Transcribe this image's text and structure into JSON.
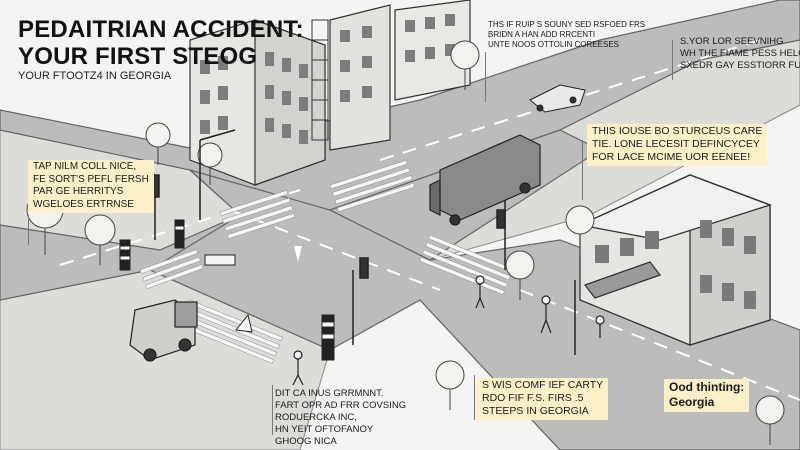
{
  "title": {
    "line1": "PEDAITRIAN ACCIDENT:",
    "line2": "YOUR FIRST STEOG",
    "line3": "YOUR FTOOTZ4 IN GEORGIA"
  },
  "notes": {
    "top_center": [
      "THS IF RUIP S SOUNY SED RSFOED FRS",
      "BRIDN A HAN ADD RRCENTI",
      "UNTE NOOS OTTOLIN COREESES"
    ],
    "top_right": [
      "S.YOR LOR SEEVNIHG",
      "WH THE FIAME PESS HELOCE",
      "SXEDR GAY ESSTIORR FUSED"
    ],
    "middle_right": [
      "THIS IOUSE BO STURCEUS CARE",
      "TIE. LONE LECESIT DEFINCYCEY",
      "FOR LACE MCIME UOR EENEE!"
    ],
    "left": [
      "TAP NILM COLL NICE,",
      "FE SORT'S PEFL FERSH",
      "PAR GE HERRITYS",
      "WGELOES ERTRNSE"
    ],
    "bottom_center": [
      "DIT CA INUS GRRMNNT.",
      "FART OPR AD FRR COVSING",
      "RODUERCKA INC,",
      "HN YEIT OFTOFANOY",
      "GHOOG NICA"
    ],
    "bottom_right": [
      "S WIS COMF IEF CARTY",
      "RDO FIF F.S. FIRS .5",
      "STEEPS IN GEORGIA"
    ],
    "final": [
      "Ood thinting:",
      "Georgia"
    ]
  },
  "colors": {
    "road": "#b9b9b9",
    "sidewalk": "#d9d9d6",
    "crosswalk": "#f5f5f5",
    "note_highlight": "#fbf0c8",
    "ink": "#333333"
  }
}
